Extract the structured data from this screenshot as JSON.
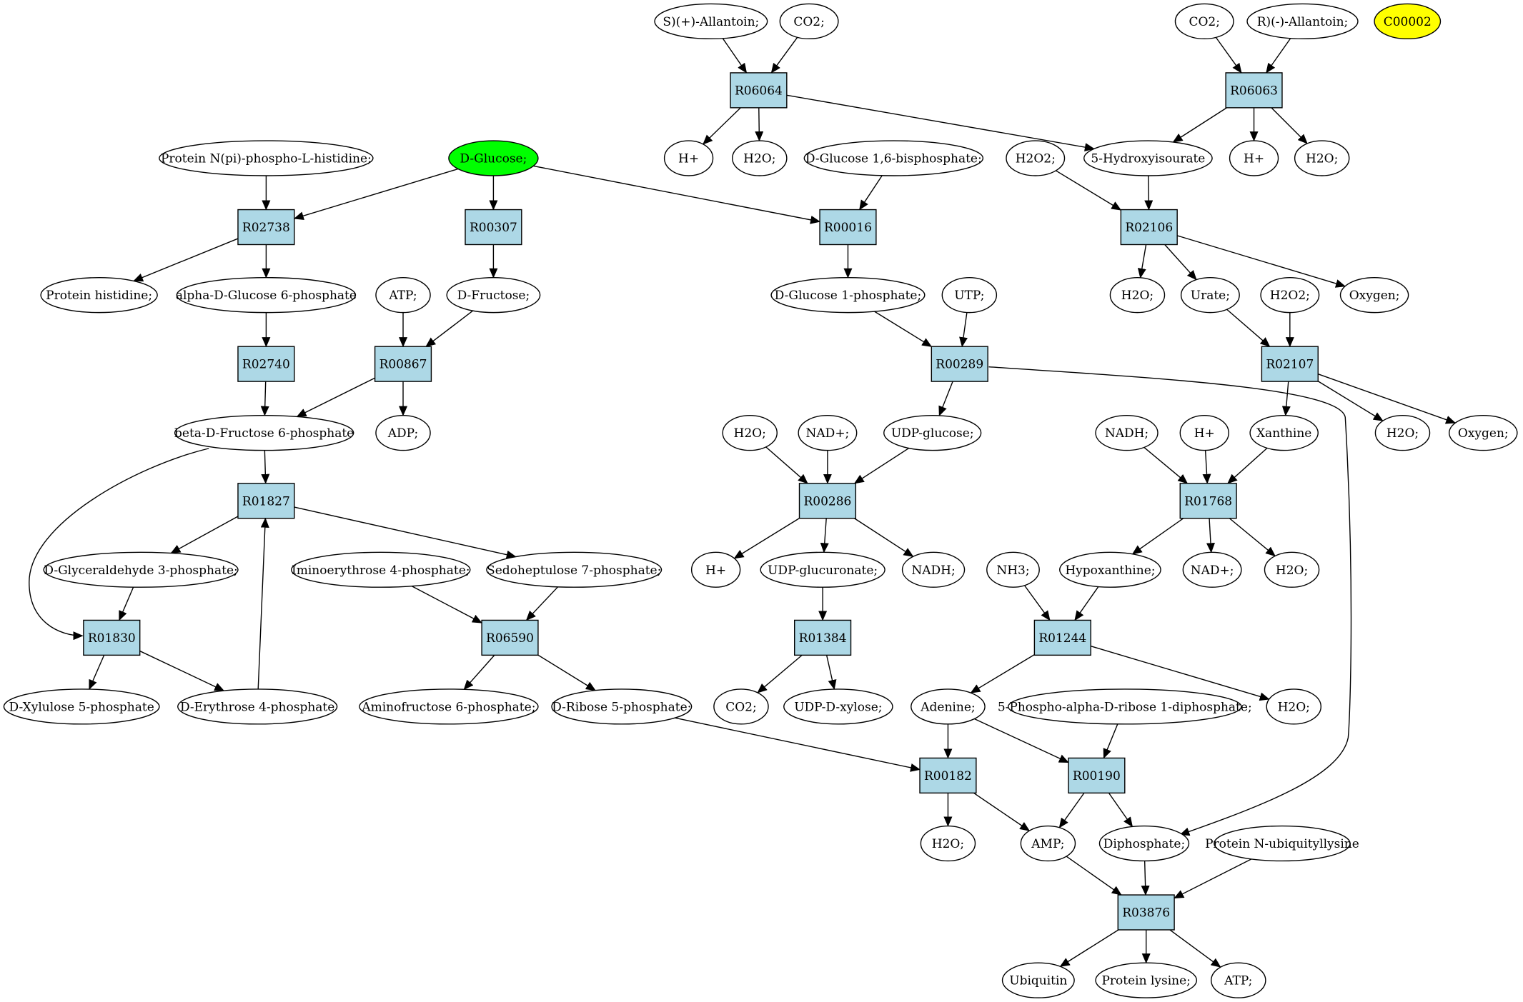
{
  "colors": {
    "reaction_fill": "#add8e6",
    "metabolite_fill": "#ffffff",
    "start_fill": "#00ff00",
    "marker_fill": "#ffff00",
    "stroke": "#000000"
  },
  "reactions": [
    {
      "id": "R06064",
      "label": "R06064"
    },
    {
      "id": "R06063",
      "label": "R06063"
    },
    {
      "id": "R02738",
      "label": "R02738"
    },
    {
      "id": "R00307",
      "label": "R00307"
    },
    {
      "id": "R00016",
      "label": "R00016"
    },
    {
      "id": "R02106",
      "label": "R02106"
    },
    {
      "id": "R02740",
      "label": "R02740"
    },
    {
      "id": "R00867",
      "label": "R00867"
    },
    {
      "id": "R00289",
      "label": "R00289"
    },
    {
      "id": "R02107",
      "label": "R02107"
    },
    {
      "id": "R01827",
      "label": "R01827"
    },
    {
      "id": "R00286",
      "label": "R00286"
    },
    {
      "id": "R01768",
      "label": "R01768"
    },
    {
      "id": "R01830",
      "label": "R01830"
    },
    {
      "id": "R06590",
      "label": "R06590"
    },
    {
      "id": "R01384",
      "label": "R01384"
    },
    {
      "id": "R01244",
      "label": "R01244"
    },
    {
      "id": "R00182",
      "label": "R00182"
    },
    {
      "id": "R00190",
      "label": "R00190"
    },
    {
      "id": "R03876",
      "label": "R03876"
    }
  ],
  "metabolites": [
    {
      "id": "m_sallantoin",
      "label": "S)(+)-Allantoin;"
    },
    {
      "id": "m_co2_a",
      "label": "CO2;"
    },
    {
      "id": "m_co2_b",
      "label": "CO2;"
    },
    {
      "id": "m_rallantoin",
      "label": "R)(-)-Allantoin;"
    },
    {
      "id": "m_c00002",
      "label": "C00002",
      "style": "marker"
    },
    {
      "id": "m_hplus_a",
      "label": "H+"
    },
    {
      "id": "m_h2o_a",
      "label": "H2O;"
    },
    {
      "id": "m_glc16bp",
      "label": "D-Glucose 1,6-bisphosphate;"
    },
    {
      "id": "m_h2o2_a",
      "label": "H2O2;"
    },
    {
      "id": "m_hydroxyisourate",
      "label": "5-Hydroxyisourate"
    },
    {
      "id": "m_hplus_b",
      "label": "H+"
    },
    {
      "id": "m_h2o_b",
      "label": "H2O;"
    },
    {
      "id": "m_protnpi",
      "label": "Protein N(pi)-phospho-L-histidine;"
    },
    {
      "id": "m_glucose",
      "label": "D-Glucose;",
      "style": "start"
    },
    {
      "id": "m_prothis",
      "label": "Protein histidine;"
    },
    {
      "id": "m_ag6p",
      "label": "alpha-D-Glucose 6-phosphate"
    },
    {
      "id": "m_atp_a",
      "label": "ATP;"
    },
    {
      "id": "m_fructose",
      "label": "D-Fructose;"
    },
    {
      "id": "m_g1p",
      "label": "D-Glucose 1-phosphate;"
    },
    {
      "id": "m_utp",
      "label": "UTP;"
    },
    {
      "id": "m_h2o_c",
      "label": "H2O;"
    },
    {
      "id": "m_urate",
      "label": "Urate;"
    },
    {
      "id": "m_h2o2_b",
      "label": "H2O2;"
    },
    {
      "id": "m_oxygen_a",
      "label": "Oxygen;"
    },
    {
      "id": "m_bf6p",
      "label": "beta-D-Fructose 6-phosphate"
    },
    {
      "id": "m_adp",
      "label": "ADP;"
    },
    {
      "id": "m_h2o_d",
      "label": "H2O;"
    },
    {
      "id": "m_nadplus_a",
      "label": "NAD+;"
    },
    {
      "id": "m_udpglucose",
      "label": "UDP-glucose;"
    },
    {
      "id": "m_nadh_a",
      "label": "NADH;"
    },
    {
      "id": "m_hplus_c",
      "label": "H+"
    },
    {
      "id": "m_xanthine",
      "label": "Xanthine"
    },
    {
      "id": "m_h2o_e",
      "label": "H2O;"
    },
    {
      "id": "m_oxygen_b",
      "label": "Oxygen;"
    },
    {
      "id": "m_ga3p",
      "label": "D-Glyceraldehyde 3-phosphate;"
    },
    {
      "id": "m_iminoe4p",
      "label": "Iminoerythrose 4-phosphate;"
    },
    {
      "id": "m_s7p",
      "label": "Sedoheptulose 7-phosphate;"
    },
    {
      "id": "m_hplus_d",
      "label": "H+"
    },
    {
      "id": "m_udpglcu",
      "label": "UDP-glucuronate;"
    },
    {
      "id": "m_nadh_b",
      "label": "NADH;"
    },
    {
      "id": "m_nh3",
      "label": "NH3;"
    },
    {
      "id": "m_hypoxanthine",
      "label": "Hypoxanthine;"
    },
    {
      "id": "m_nadplus_b",
      "label": "NAD+;"
    },
    {
      "id": "m_h2o_f",
      "label": "H2O;"
    },
    {
      "id": "m_x5p",
      "label": "D-Xylulose 5-phosphate"
    },
    {
      "id": "m_e4p",
      "label": "D-Erythrose 4-phosphate"
    },
    {
      "id": "m_af6p",
      "label": "Aminofructose 6-phosphate;"
    },
    {
      "id": "m_r5p",
      "label": "D-Ribose 5-phosphate;"
    },
    {
      "id": "m_co2_c",
      "label": "CO2;"
    },
    {
      "id": "m_udpxyl",
      "label": "UDP-D-xylose;"
    },
    {
      "id": "m_adenine",
      "label": "Adenine;"
    },
    {
      "id": "m_prpp",
      "label": "5-Phospho-alpha-D-ribose 1-diphosphate;"
    },
    {
      "id": "m_h2o_g",
      "label": "H2O;"
    },
    {
      "id": "m_h2o_h",
      "label": "H2O;"
    },
    {
      "id": "m_amp",
      "label": "AMP;"
    },
    {
      "id": "m_diphosphate",
      "label": "Diphosphate;"
    },
    {
      "id": "m_protubq",
      "label": "Protein N-ubiquityllysine"
    },
    {
      "id": "m_ubiquitin",
      "label": "Ubiquitin"
    },
    {
      "id": "m_protlys",
      "label": "Protein lysine;"
    },
    {
      "id": "m_atp_b",
      "label": "ATP;"
    }
  ]
}
